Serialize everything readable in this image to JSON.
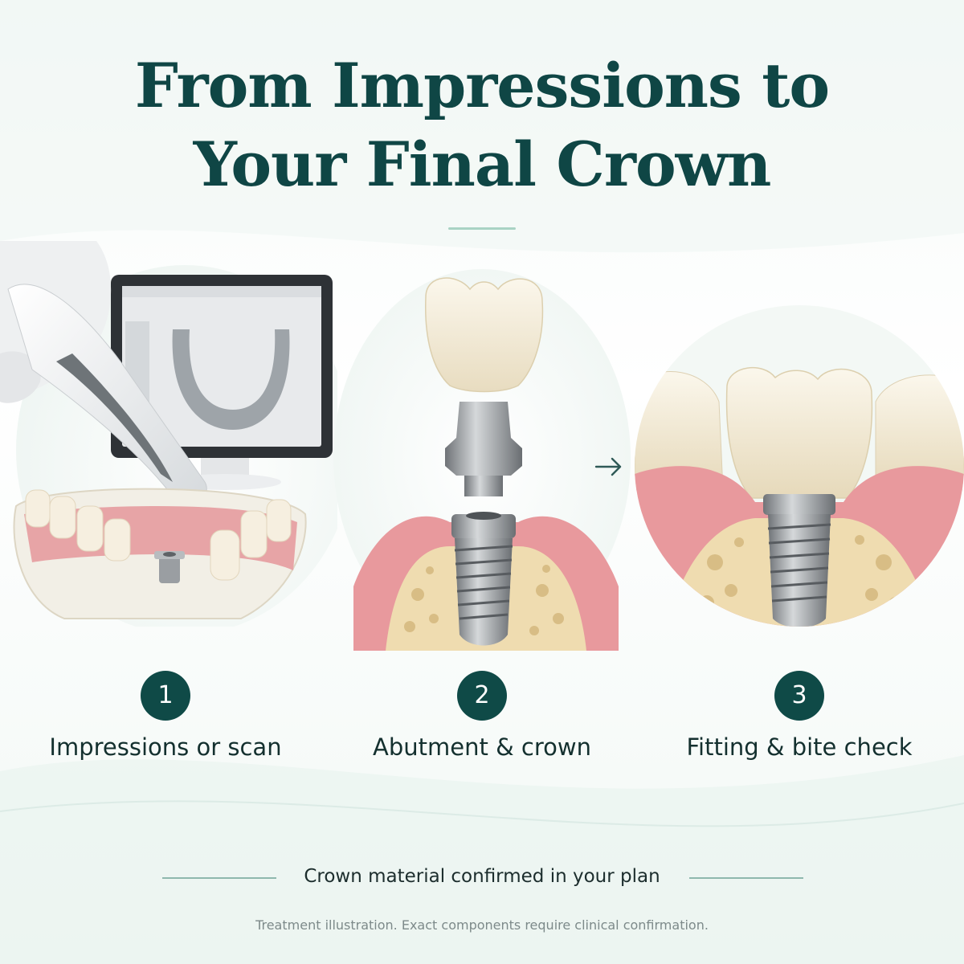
{
  "title": {
    "line1": "From Impressions to",
    "line2": "Your Final Crown"
  },
  "steps": [
    {
      "number": "1",
      "label": "Impressions or scan",
      "icon": "intraoral-scanner-illustration"
    },
    {
      "number": "2",
      "label": "Abutment & crown",
      "icon": "implant-abutment-crown-illustration"
    },
    {
      "number": "3",
      "label": "Fitting & bite check",
      "icon": "fitted-crown-illustration"
    }
  ],
  "arrows": [
    "arrow-right-icon",
    "arrow-right-icon"
  ],
  "footer": {
    "note": "Crown material confirmed in your plan",
    "disclaimer": "Treatment illustration. Exact components require clinical confirmation."
  },
  "colors": {
    "primary": "#0f4a47",
    "accent": "#a9d3c4",
    "gum": "#e79a9e",
    "tooth": "#f3ead8",
    "bone": "#efdcb0",
    "metal": "#8a8d90"
  }
}
